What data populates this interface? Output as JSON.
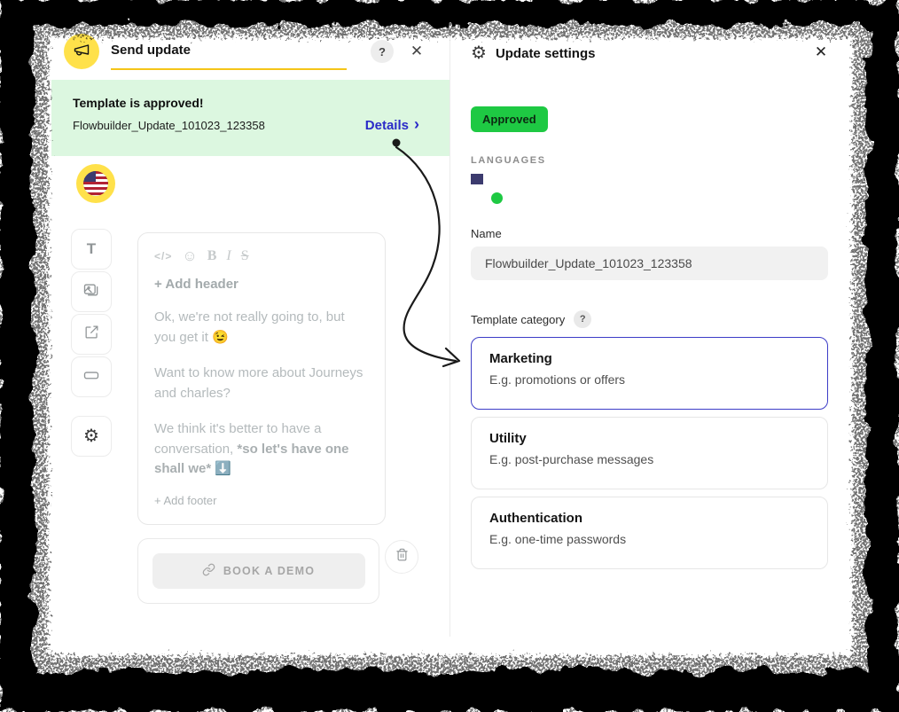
{
  "icons": {
    "close": "✕",
    "help": "?",
    "gear": "⚙",
    "chevron_right": "›",
    "text_tool": "T",
    "code": "</>",
    "smiley": "☺",
    "bold": "B",
    "italic": "I",
    "strike": "S"
  },
  "colors": {
    "brand_yellow": "#FFE14A",
    "banner_green": "#DCF7E0",
    "accent_blue": "#2B2BC8",
    "approved_green": "#1EC943",
    "selected_border": "#3D3DC7"
  },
  "left_panel": {
    "title": "Send update",
    "banner": {
      "title": "Template is approved!",
      "template_name": "Flowbuilder_Update_101023_123358",
      "details_label": "Details"
    },
    "editor": {
      "add_header": "+ Add header",
      "line1": "Ok, we're not really going to, but you get it 😉",
      "line2": "Want to know more about Journeys and charles?",
      "line3": "We think it's better to have a conversation, ",
      "line3_bold": "*so let's have one shall we* ⬇️",
      "add_footer": "+ Add footer"
    },
    "cta": {
      "label": "BOOK A DEMO"
    }
  },
  "right_panel": {
    "title": "Update settings",
    "badge": "Approved",
    "languages_label": "LANGUAGES",
    "name_label": "Name",
    "name_value": "Flowbuilder_Update_101023_123358",
    "category_label": "Template category",
    "categories": [
      {
        "title": "Marketing",
        "desc": "E.g. promotions or offers",
        "selected": true
      },
      {
        "title": "Utility",
        "desc": "E.g. post-purchase messages",
        "selected": false
      },
      {
        "title": "Authentication",
        "desc": "E.g. one-time passwords",
        "selected": false
      }
    ]
  }
}
